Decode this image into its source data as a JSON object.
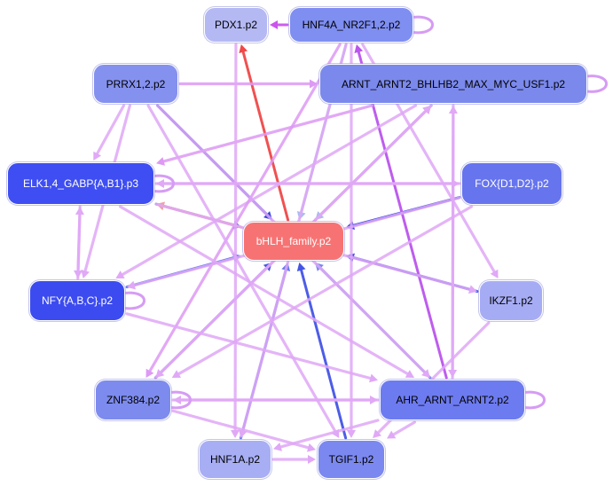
{
  "nodes": [
    {
      "id": "pdx1",
      "label": "PDX1.p2",
      "color": "#b4b9f4",
      "dark": false
    },
    {
      "id": "hnf4a",
      "label": "HNF4A_NR2F1,2.p2",
      "color": "#7f8ef1",
      "dark": false
    },
    {
      "id": "prrx1",
      "label": "PRRX1,2.p2",
      "color": "#8591ee",
      "dark": false
    },
    {
      "id": "arnt",
      "label": "ARNT_ARNT2_BHLHB2_MAX_MYC_USF1.p2",
      "color": "#7b89ec",
      "dark": false
    },
    {
      "id": "elk1",
      "label": "ELK1,4_GABP{A,B1}.p3",
      "color": "#3e4ef2",
      "dark": true
    },
    {
      "id": "fox",
      "label": "FOX{D1,D2}.p2",
      "color": "#6674ee",
      "dark": true
    },
    {
      "id": "bhlh",
      "label": "bHLH_family.p2",
      "color": "#f77373",
      "dark": true
    },
    {
      "id": "nfy",
      "label": "NFY{A,B,C}.p2",
      "color": "#3c4bf0",
      "dark": true
    },
    {
      "id": "ikzf1",
      "label": "IKZF1.p2",
      "color": "#a6acf4",
      "dark": false
    },
    {
      "id": "znf384",
      "label": "ZNF384.p2",
      "color": "#7d8bee",
      "dark": false
    },
    {
      "id": "ahr",
      "label": "AHR_ARNT_ARNT2.p2",
      "color": "#6d7bf0",
      "dark": false
    },
    {
      "id": "hnf1a",
      "label": "HNF1A.p2",
      "color": "#a7aef4",
      "dark": false
    },
    {
      "id": "tgif1",
      "label": "TGIF1.p2",
      "color": "#7b88f0",
      "dark": false
    }
  ],
  "edges": [
    {
      "from": "prrx1",
      "to": "bhlh",
      "color": "#3344dd"
    },
    {
      "from": "elk1",
      "to": "bhlh",
      "color": "#5566ee"
    },
    {
      "from": "fox",
      "to": "bhlh",
      "color": "#3344dd"
    },
    {
      "from": "nfy",
      "to": "bhlh",
      "color": "#6677ee"
    },
    {
      "from": "ikzf1",
      "to": "bhlh",
      "color": "#4455e6"
    },
    {
      "from": "znf384",
      "to": "bhlh",
      "color": "#4455e6"
    },
    {
      "from": "ahr",
      "to": "bhlh",
      "color": "#7788ee"
    },
    {
      "from": "hnf1a",
      "to": "bhlh",
      "color": "#6677ee"
    },
    {
      "from": "tgif1",
      "to": "bhlh",
      "color": "#4455e6"
    },
    {
      "from": "bhlh",
      "to": "pdx1",
      "color": "#f04848"
    },
    {
      "from": "bhlh",
      "to": "arnt",
      "color": "#f08888"
    },
    {
      "from": "arnt",
      "to": "bhlh",
      "color": "#aabbee"
    },
    {
      "from": "hnf4a",
      "to": "bhlh",
      "color": "#aabbee"
    },
    {
      "from": "bhlh",
      "to": "elk1",
      "color": "#f0a0a0"
    },
    {
      "from": "ahr",
      "to": "hnf4a",
      "color": "#bb55ee"
    },
    {
      "from": "hnf4a",
      "to": "pdx1",
      "color": "#cc55ee"
    },
    {
      "from": "prrx1",
      "to": "arnt",
      "color": "#dd99f4"
    },
    {
      "from": "arnt",
      "to": "elk1",
      "color": "#dd99f4"
    },
    {
      "from": "fox",
      "to": "elk1",
      "color": "#e0a8f6"
    },
    {
      "from": "arnt",
      "to": "nfy",
      "color": "#e0a8f6"
    },
    {
      "from": "hnf4a",
      "to": "znf384",
      "color": "#dd99f4"
    },
    {
      "from": "arnt",
      "to": "znf384",
      "color": "#e0a8f6"
    },
    {
      "from": "hnf4a",
      "to": "hnf1a",
      "color": "#e0a8f6"
    },
    {
      "from": "elk1",
      "to": "nfy",
      "color": "#e0a8f6"
    },
    {
      "from": "nfy",
      "to": "elk1",
      "color": "#e0a8f6"
    },
    {
      "from": "nfy",
      "to": "ahr",
      "color": "#e0a8f6"
    },
    {
      "from": "znf384",
      "to": "ahr",
      "color": "#e0a8f6"
    },
    {
      "from": "ahr",
      "to": "znf384",
      "color": "#e0a8f6"
    },
    {
      "from": "ahr",
      "to": "hnf1a",
      "color": "#e0a8f6"
    },
    {
      "from": "ahr",
      "to": "tgif1",
      "color": "#e0a8f6"
    },
    {
      "from": "znf384",
      "to": "tgif1",
      "color": "#e0a8f6"
    },
    {
      "from": "arnt",
      "to": "ahr",
      "color": "#e0a8f6"
    },
    {
      "from": "ahr",
      "to": "arnt",
      "color": "#e0a8f6"
    },
    {
      "from": "prrx1",
      "to": "tgif1",
      "color": "#e0a8f6"
    },
    {
      "from": "prrx1",
      "to": "ahr",
      "color": "#e0a8f6"
    },
    {
      "from": "elk1",
      "to": "ahr",
      "color": "#e0a8f6"
    },
    {
      "from": "elk1",
      "to": "ikzf1",
      "color": "#e0a8f6"
    },
    {
      "from": "elk1",
      "to": "fox",
      "color": "#e0a8f6"
    },
    {
      "from": "fox",
      "to": "znf384",
      "color": "#e0a8f6"
    },
    {
      "from": "fox",
      "to": "nfy",
      "color": "#e0a8f6"
    },
    {
      "from": "hnf4a",
      "to": "ikzf1",
      "color": "#e0a8f6"
    },
    {
      "from": "hnf4a",
      "to": "tgif1",
      "color": "#e0a8f6"
    },
    {
      "from": "pdx1",
      "to": "hnf1a",
      "color": "#e0a8f6"
    },
    {
      "from": "prrx1",
      "to": "nfy",
      "color": "#e0a8f6"
    },
    {
      "from": "prrx1",
      "to": "elk1",
      "color": "#e0a8f6"
    },
    {
      "from": "znf384",
      "to": "arnt",
      "color": "#e0a8f6"
    },
    {
      "from": "hnf1a",
      "to": "tgif1",
      "color": "#e0a8f6"
    },
    {
      "from": "ikzf1",
      "to": "tgif1",
      "color": "#e0a8f6"
    }
  ],
  "self_loops": [
    "hnf4a",
    "arnt",
    "elk1",
    "nfy",
    "znf384",
    "ahr"
  ],
  "self_loop_color": "#d69cf4"
}
